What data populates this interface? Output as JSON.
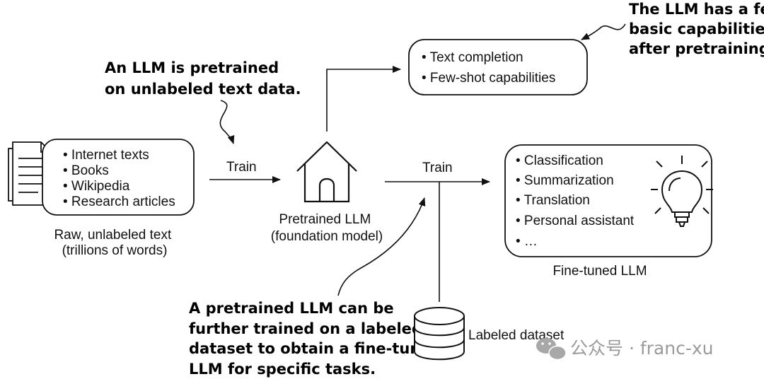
{
  "annotations": {
    "pretrain": [
      "An LLM is pretrained",
      "on unlabeled text data."
    ],
    "capabilities": [
      "The LLM has a few",
      "basic capabilities",
      "after pretraining."
    ],
    "finetune": [
      "A pretrained LLM can be",
      "further trained on a labeled",
      "dataset to obtain a fine-tuned",
      "LLM for specific tasks."
    ]
  },
  "raw_text": {
    "items": [
      "• Internet texts",
      "• Books",
      "• Wikipedia",
      "• Research articles"
    ],
    "caption": [
      "Raw, unlabeled text",
      "(trillions of words)"
    ]
  },
  "train_label_1": "Train",
  "train_label_2": "Train",
  "pretrained": {
    "caption": [
      "Pretrained LLM",
      "(foundation model)"
    ]
  },
  "basic_capabilities": {
    "items": [
      "• Text completion",
      "• Few-shot capabilities"
    ]
  },
  "finetuned": {
    "items": [
      "• Classification",
      "• Summarization",
      "• Translation",
      "• Personal assistant",
      "• …"
    ],
    "caption": "Fine-tuned LLM"
  },
  "dataset_label": "Labeled dataset",
  "watermark": "公众号 · franc-xu",
  "icons": {
    "document": "document-icon",
    "house": "house-icon",
    "lightbulb": "lightbulb-icon",
    "database": "database-icon",
    "wechat": "wechat-icon"
  }
}
